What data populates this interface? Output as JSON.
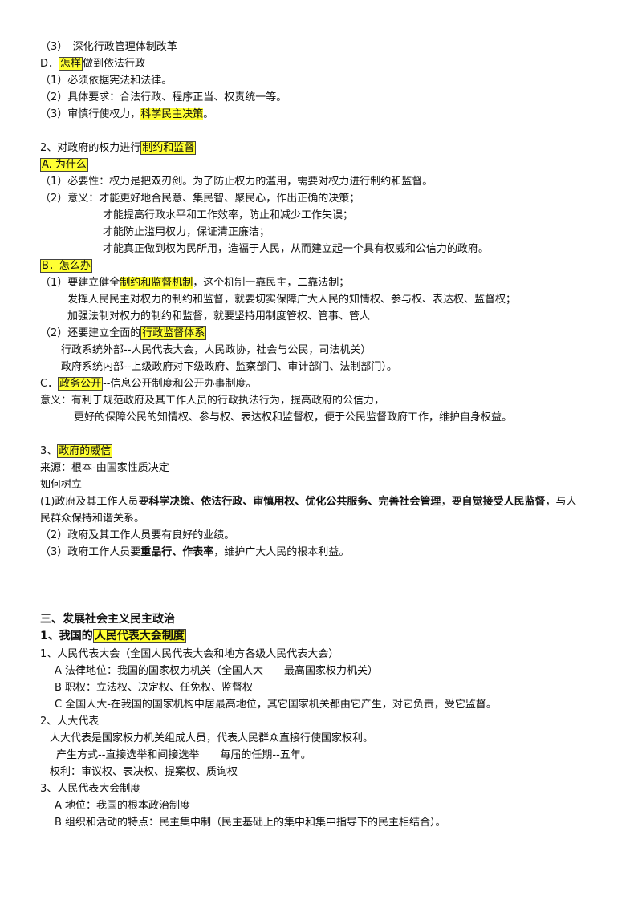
{
  "part1": {
    "l1": "（3）　深化行政管理体制改革",
    "l2_a": "D．",
    "l2_hl": "怎样",
    "l2_b": "做到依法行政",
    "l3": "（1）必须依据宪法和法律。",
    "l4": "（2）具体要求：合法行政、程序正当、权责统一等。",
    "l5_a": "（3）审慎行使权力，",
    "l5_hl": "科学民主决策",
    "l5_b": "。"
  },
  "part2": {
    "title_a": "2、对政府的权力进行",
    "title_hl": "制约和监督",
    "a_hl": "A. 为什么",
    "l1": "（1）必要性：权力是把双刃剑。为了防止权力的滥用，需要对权力进行制约和监督。",
    "l2": "（2）意义：才能更好地合民意、集民智、聚民心，作出正确的决策；",
    "l3": "才能提高行政水平和工作效率，防止和减少工作失误；",
    "l4": "才能防止滥用权力，保证清正廉洁；",
    "l5": "才能真正做到权为民所用，造福于人民，从而建立起一个具有权威和公信力的政府。",
    "b_hl": "B．怎么办",
    "l6_a": "（1）要建立健全",
    "l6_hl": "制约和监督机制",
    "l6_b": "，这个机制一靠民主，二靠法制；",
    "l7": "发挥人民民主对权力的制约和监督，就要切实保障广大人民的知情权、参与权、表达权、监督权；",
    "l8": "加强法制对权力的制约和监督，就要坚持用制度管权、管事、管人",
    "l9_a": "（2）还要建立全面的",
    "l9_hl": "行政监督体系",
    "l10": "行政系统外部--人民代表大会，人民政协，社会与公民，司法机关）",
    "l11": "政府系统内部--上级政府对下级政府、监察部门、审计部门、法制部门）。",
    "c_a": "C．",
    "c_hl": "政务公开",
    "c_b": "--信息公开制度和公开办事制度。",
    "m1": "意义：有利于规范政府及其工作人员的行政执法行为，提高政府的公信力，",
    "m2": "更好的保障公民的知情权、参与权、表达权和监督权，便于公民监督政府工作，维护自身权益。"
  },
  "part3": {
    "title_a": "3、",
    "title_hl": "政府的威信",
    "l1": "来源：根本-由国家性质决定",
    "l2": "如何树立",
    "l3_a": "(1)政府及其工作人员要",
    "l3_b": "科学决策、依法行政、审慎用权、优化公共服务、完善社会管理",
    "l3_c": "，要",
    "l3_d": "自觉接受人民监督",
    "l3_e": "，与人",
    "l4": "民群众保持和谐关系。",
    "l5": "（2）政府及其工作人员要有良好的业绩。",
    "l6_a": "（3）政府工作人员要",
    "l6_b": "重品行、作表率",
    "l6_c": "，维护广大人民的根本利益。"
  },
  "section": {
    "heading": "三、发展社会主义民主政治",
    "sub_a": "1、我国的",
    "sub_hl": "人民代表大会制度",
    "l1": "1、人民代表大会（全国人民代表大会和地方各级人民代表大会）",
    "l2": "A 法律地位：我国的国家权力机关（全国人大——最高国家权力机关）",
    "l3": "B 职权：立法权、决定权、任免权、监督权",
    "l4": "C 全国人大-在我国的国家机构中居最高地位，其它国家机关都由它产生，对它负责，受它监督。",
    "l5": "2、人大代表",
    "l6": "人大代表是国家权力机关组成人员，代表人民群众直接行使国家权利。",
    "l7": "产生方式--直接选举和间接选举　　每届的任期--五年。",
    "l8": "权利：审议权、表决权、提案权、质询权",
    "l9": "3、人民代表大会制度",
    "l10": "A 地位：我国的根本政治制度",
    "l11": "B 组织和活动的特点：民主集中制（民主基础上的集中和集中指导下的民主相结合）。"
  }
}
